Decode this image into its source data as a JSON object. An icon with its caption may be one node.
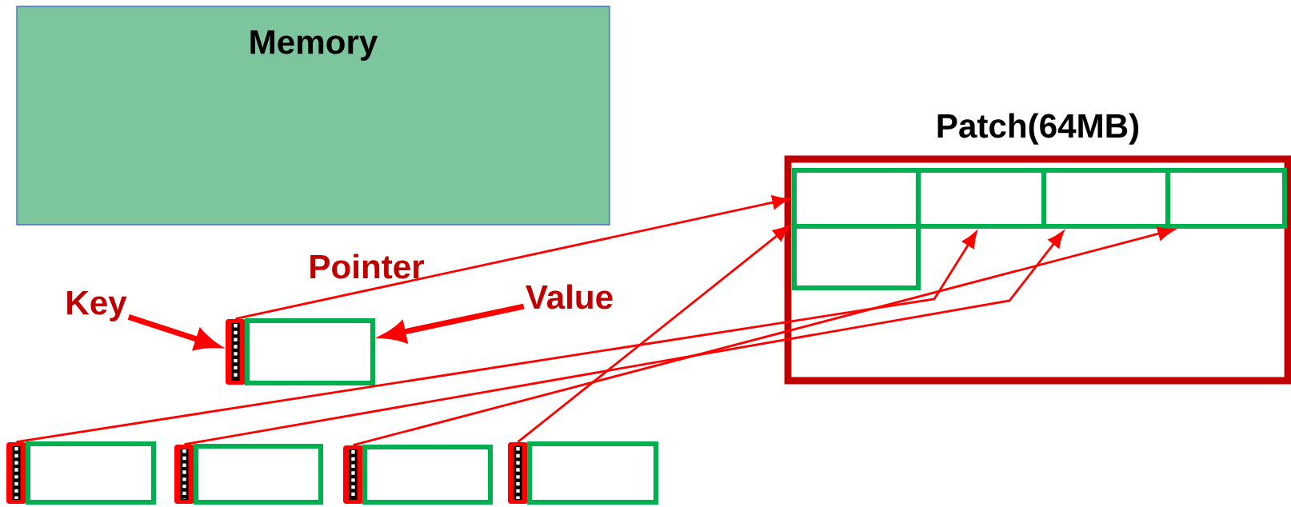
{
  "diagram": {
    "nodes": [
      {
        "text": [
          "Memory"
        ]
      },
      {
        "text": [
          "Patch(64MB)"
        ]
      },
      {
        "text": [],
        "shape": "box",
        "in": 1
      },
      {
        "text": [],
        "shape": "box",
        "in": 1
      },
      {
        "text": [],
        "shape": "box",
        "in": 1
      },
      {
        "text": [],
        "shape": "box",
        "in": 1
      },
      {
        "text": [],
        "shape": "box",
        "in": 1
      },
      {
        "text": [
          "Key"
        ]
      },
      {
        "text": [
          "Value"
        ]
      },
      {
        "text": [],
        "shape": "bar"
      },
      {
        "text": [],
        "shape": "box"
      },
      {
        "text": [],
        "shape": "bar"
      },
      {
        "text": [],
        "shape": "box"
      },
      {
        "text": [],
        "shape": "bar"
      },
      {
        "text": [],
        "shape": "box"
      },
      {
        "text": [],
        "shape": "bar"
      },
      {
        "text": [],
        "shape": "box"
      },
      {
        "text": [],
        "shape": "bar"
      },
      {
        "text": [],
        "shape": "box"
      }
    ],
    "edges": [
      {
        "from": 7,
        "to": 9,
        "arrow": "to",
        "style": "thick"
      },
      {
        "from": 8,
        "to": 10,
        "arrow": "to",
        "style": "thick"
      },
      {
        "from": 9,
        "to": 2,
        "arrow": "to"
      },
      {
        "from": 11,
        "to": 3,
        "arrow": "to"
      },
      {
        "from": 13,
        "to": 4,
        "arrow": "to"
      },
      {
        "from": 15,
        "to": 5,
        "arrow": "to"
      },
      {
        "from": 17,
        "to": 6,
        "arrow": "to"
      }
    ],
    "labels": [
      "Pointer"
    ]
  }
}
